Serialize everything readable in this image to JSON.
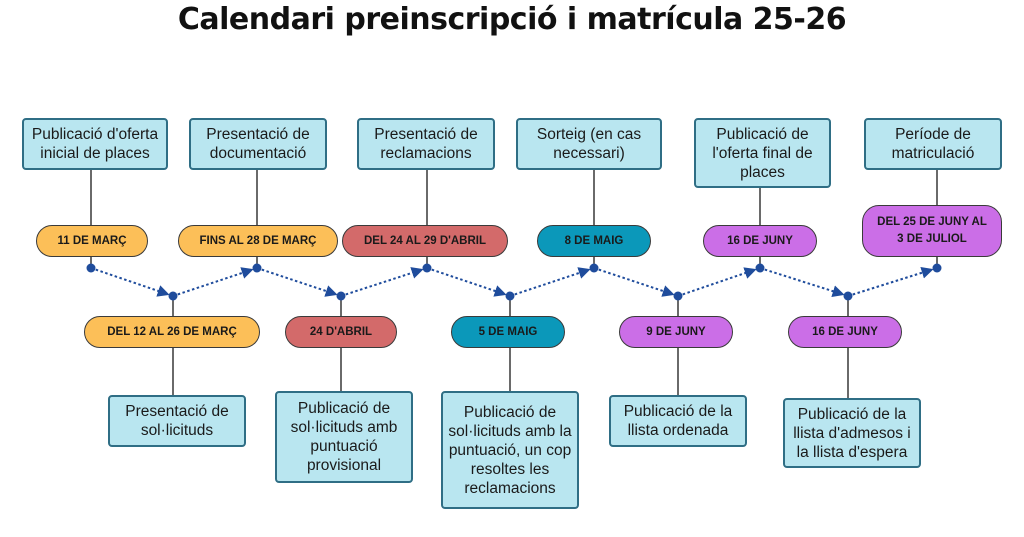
{
  "title": "Calendari preinscripció i matrícula 25-26",
  "colors": {
    "orange": "#fcbf58",
    "red": "#d36a6a",
    "teal": "#0b98ba",
    "purple": "#cb6ee7",
    "box_fill": "#b9e6f0",
    "box_border": "#2f6e85",
    "dot": "#1f4c9c"
  },
  "top_steps": [
    {
      "label": "Publicació d'oferta inicial de places",
      "date": "11 DE MARÇ",
      "color": "orange"
    },
    {
      "label": "Presentació de documentació",
      "date": "FINS AL 28 DE MARÇ",
      "color": "orange"
    },
    {
      "label": "Presentació de reclamacions",
      "date": "DEL 24 AL 29 D'ABRIL",
      "color": "red"
    },
    {
      "label": "Sorteig (en cas necessari)",
      "date": "8 DE MAIG",
      "color": "teal"
    },
    {
      "label": "Publicació de l'oferta final de places",
      "date": "16 DE JUNY",
      "color": "purple"
    },
    {
      "label": "Període de matriculació",
      "date": "DEL 25 DE JUNY AL 3 DE JULIOL",
      "color": "purple"
    }
  ],
  "bottom_steps": [
    {
      "label": "Presentació de sol·licituds",
      "date": "DEL 12 AL 26 DE MARÇ",
      "color": "orange"
    },
    {
      "label": "Publicació de sol·licituds amb puntuació provisional",
      "date": "24 D'ABRIL",
      "color": "red"
    },
    {
      "label": "Publicació de sol·licituds amb la puntuació, un cop resoltes les reclamacions",
      "date": "5 DE MAIG",
      "color": "teal"
    },
    {
      "label": "Publicació de la llista ordenada",
      "date": "9 DE JUNY",
      "color": "purple"
    },
    {
      "label": "Publicació de la llista d'admesos i la llista d'espera",
      "date": "16 DE JUNY",
      "color": "purple"
    }
  ]
}
